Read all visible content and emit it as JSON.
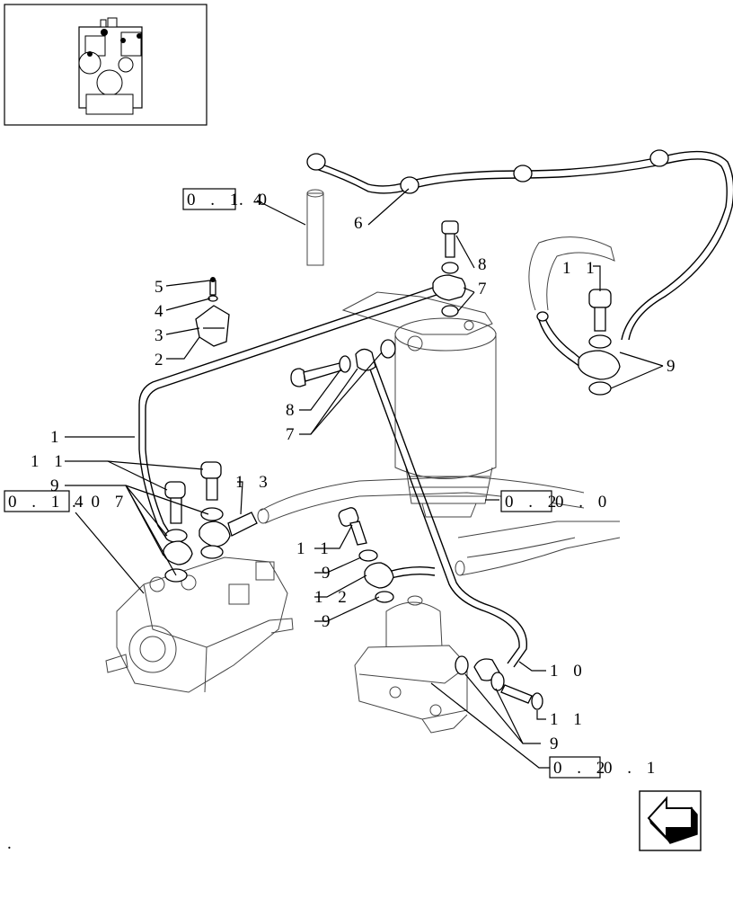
{
  "thumbnail": {
    "icon": "engine-thumbnail-icon"
  },
  "nav": {
    "icon": "back-arrow-icon"
  },
  "references": [
    {
      "id": "ref-0140",
      "boxed": "0 . 1 4",
      "rest": ". 0"
    },
    {
      "id": "ref-01407",
      "boxed": "0 . 1 4",
      "rest": ". 0 7"
    },
    {
      "id": "ref-0200",
      "boxed": "0 . 2",
      "rest": "0 . 0"
    },
    {
      "id": "ref-0201",
      "boxed": "0 . 2",
      "rest": "0 . 1"
    }
  ],
  "labels": {
    "p1": "1",
    "p2": "2",
    "p3": "3",
    "p4": "4",
    "p5": "5",
    "p6": "6",
    "p7a": "7",
    "p7b": "7",
    "p8a": "8",
    "p8b": "8",
    "p9a": "9",
    "p9b": "9",
    "p9c": "9",
    "p9d": "9",
    "p9e": "9",
    "p10": "1 0",
    "p11a": "1 1",
    "p11b": "1 1",
    "p11c": "1 1",
    "p11d": "1 1",
    "p12": "1 2",
    "p13": "1 3"
  },
  "footer_mark": "."
}
